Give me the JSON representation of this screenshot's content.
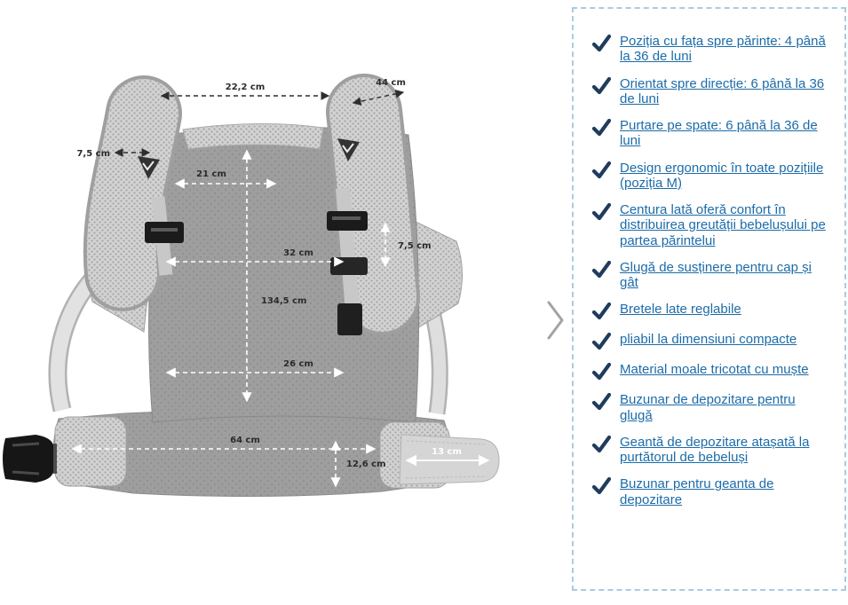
{
  "features": {
    "items": [
      {
        "label": "Poziția cu fața spre părinte: 4 până la 36 de luni"
      },
      {
        "label": "Orientat spre direcție: 6 până la 36 de luni"
      },
      {
        "label": "Purtare pe spate: 6 până la 36 de luni"
      },
      {
        "label": "Design ergonomic în toate pozițiile (poziția M)"
      },
      {
        "label": "Centura lată oferă confort în distribuirea greutății bebelușului pe partea părintelui"
      },
      {
        "label": "Glugă de susținere pentru cap și gât"
      },
      {
        "label": "Bretele late reglabile"
      },
      {
        "label": "pliabil la dimensiuni compacte"
      },
      {
        "label": "Material moale tricotat cu muște"
      },
      {
        "label": "Buzunar de depozitare pentru glugă"
      },
      {
        "label": "Geantă de depozitare atașată la purtătorul de bebeluși"
      },
      {
        "label": "Buzunar pentru geanta de depozitare"
      }
    ]
  },
  "diagram": {
    "labels": {
      "top_width": "22,2 cm",
      "strap_length": "44 cm",
      "strap_width_left": "7,5 cm",
      "inner_top_width": "21 cm",
      "mid_width": "32 cm",
      "strap_width_right": "7,5 cm",
      "total_height": "134,5 cm",
      "lower_width": "26 cm",
      "belt_width": "64 cm",
      "belt_height": "12,6 cm",
      "belt_extension_length": "13 cm"
    }
  },
  "colors": {
    "link_blue": "#1c6ca8",
    "check_navy": "#1f3c5e",
    "panel_border": "#a9cbe3",
    "chevron_gray": "#a3a3a3",
    "carrier_gray": "#9e9e9e"
  }
}
